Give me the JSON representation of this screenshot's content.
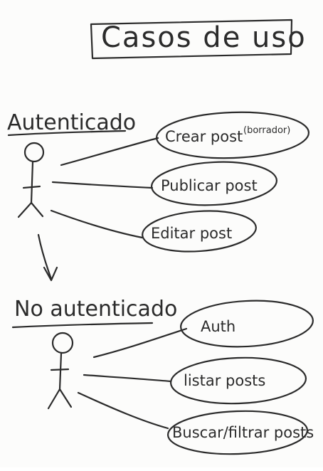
{
  "diagram": {
    "title": "Casos de uso",
    "actors": [
      {
        "id": "autenticado",
        "label": "Autenticado",
        "use_cases": [
          {
            "label": "Crear post",
            "note": "(borrador)"
          },
          {
            "label": "Publicar post",
            "note": ""
          },
          {
            "label": "Editar post",
            "note": ""
          }
        ]
      },
      {
        "id": "no-autenticado",
        "label": "No autenticado",
        "use_cases": [
          {
            "label": "Auth",
            "note": ""
          },
          {
            "label": "listar posts",
            "note": ""
          },
          {
            "label": "Buscar/filtrar posts",
            "note": ""
          }
        ]
      }
    ],
    "colors": {
      "ink": "#2b2b2b",
      "paper": "#fcfcfb"
    }
  }
}
